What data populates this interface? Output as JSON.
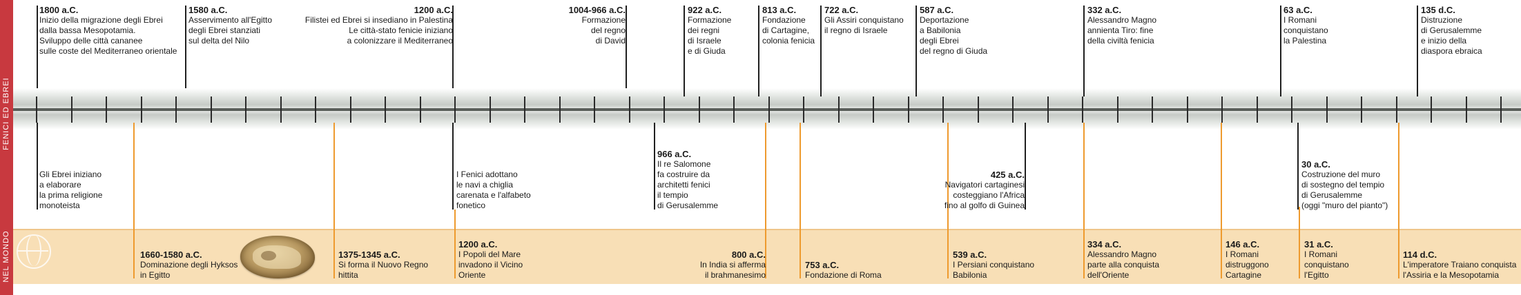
{
  "side": {
    "top_label": "FENICI ED EBREI",
    "bottom_label": "NEL MONDO"
  },
  "colors": {
    "side_bar": "#c8393f",
    "world_band": "#f8dfb6",
    "orange_line": "#ee9a2e",
    "black_line": "#1f1f1f"
  },
  "decorations": [
    "world-globe-icon",
    "scarab-seal-image"
  ],
  "top_events": [
    {
      "date": "1800 a.C.",
      "text": "Inizio della migrazione degli Ebrei\ndalla bassa Mesopotamia.\nSviluppo delle città cananee\nsulle coste del Mediterraneo orientale"
    },
    {
      "date": "1580 a.C.",
      "text": "Asservimento all'Egitto\ndegli Ebrei stanziati\nsul delta del Nilo"
    },
    {
      "date": "1200 a.C.",
      "text": "Filistei ed Ebrei si insediano in Palestina\nLe città-stato fenicie iniziano\na colonizzare il Mediterraneo"
    },
    {
      "date": "1004-966 a.C.",
      "text": "Formazione\ndel regno\ndi David"
    },
    {
      "date": "922 a.C.",
      "text": "Formazione\ndei regni\ndi Israele\ne di Giuda"
    },
    {
      "date": "813 a.C.",
      "text": "Fondazione\ndi Cartagine,\ncolonia fenicia"
    },
    {
      "date": "722 a.C.",
      "text": "Gli Assiri conquistano\nil regno di Israele"
    },
    {
      "date": "587 a.C.",
      "text": "Deportazione\na Babilonia\ndegli Ebrei\ndel regno di Giuda"
    },
    {
      "date": "332 a.C.",
      "text": "Alessandro Magno\nannienta Tiro: fine\ndella civiltà fenicia"
    },
    {
      "date": "63 a.C.",
      "text": "I Romani\nconquistano\nla Palestina"
    },
    {
      "date": "135 d.C.",
      "text": "Distruzione\ndi Gerusalemme\ne inizio della\ndiaspora ebraica"
    }
  ],
  "middle_events": [
    {
      "date": "",
      "text": "Gli Ebrei iniziano\na elaborare\nla prima religione\nmonoteista"
    },
    {
      "date": "",
      "text": "I Fenici adottano\nle navi a chiglia\ncarenata e l'alfabeto\nfonetico"
    },
    {
      "date": "966 a.C.",
      "text": "Il re Salomone\nfa costruire da\narchitetti fenici\nil tempio\ndi Gerusalemme"
    },
    {
      "date": "425 a.C.",
      "text": "Navigatori cartaginesi\ncosteggiano l'Africa\nfino al golfo di Guinea"
    },
    {
      "date": "30 a.C.",
      "text": "Costruzione del muro\ndi sostegno del tempio\ndi Gerusalemme\n(oggi \"muro del pianto\")"
    }
  ],
  "world_events": [
    {
      "date": "1660-1580 a.C.",
      "text": "Dominazione degli Hyksos\nin Egitto"
    },
    {
      "date": "1375-1345 a.C.",
      "text": "Si forma il Nuovo Regno\nhittita"
    },
    {
      "date": "1200 a.C.",
      "text": "I Popoli del Mare\ninvadono il Vicino\nOriente"
    },
    {
      "date": "800 a.C.",
      "text": "In India si afferma\nil brahmanesimo"
    },
    {
      "date": "753 a.C.",
      "text": "Fondazione di Roma"
    },
    {
      "date": "539 a.C.",
      "text": "I Persiani conquistano\nBabilonia"
    },
    {
      "date": "334 a.C.",
      "text": "Alessandro Magno\nparte alla conquista\ndell'Oriente"
    },
    {
      "date": "146 a.C.",
      "text": "I Romani\ndistruggono\nCartagine"
    },
    {
      "date": "31 a.C.",
      "text": "I Romani\nconquistano\nl'Egitto"
    },
    {
      "date": "114 d.C.",
      "text": "L'imperatore Traiano conquista\nl'Assiria e la Mesopotamia"
    }
  ]
}
